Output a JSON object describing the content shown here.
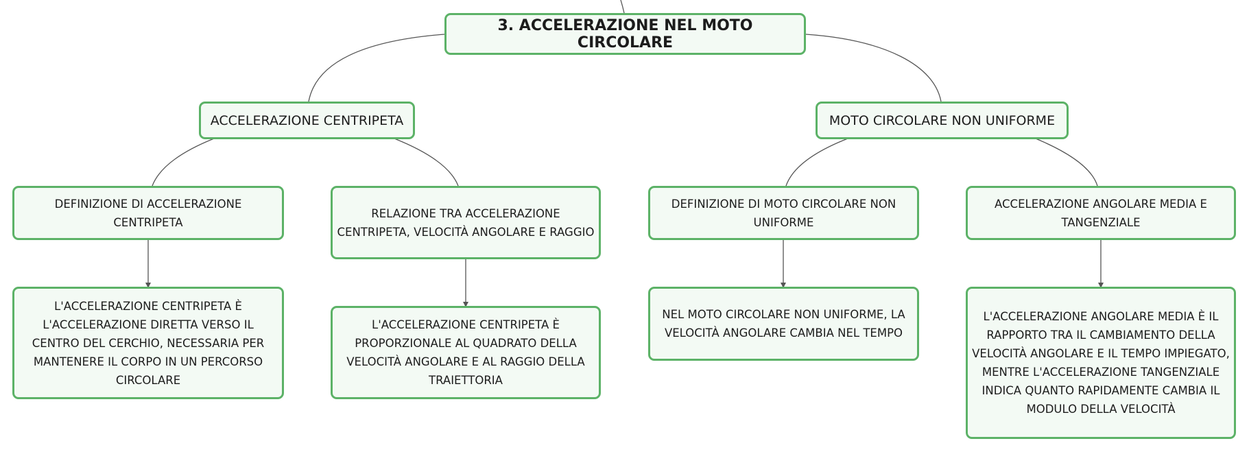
{
  "root": {
    "label": "3. ACCELERAZIONE NEL MOTO CIRCOLARE"
  },
  "branches": [
    {
      "label": "ACCELERAZIONE CENTRIPETA",
      "children": [
        {
          "label": "DEFINIZIONE DI ACCELERAZIONE CENTRIPETA",
          "detail": "L'ACCELERAZIONE CENTRIPETA È L'ACCELERAZIONE DIRETTA VERSO IL CENTRO DEL CERCHIO, NECESSARIA PER MANTENERE IL CORPO IN UN PERCORSO CIRCOLARE"
        },
        {
          "label": "RELAZIONE TRA ACCELERAZIONE CENTRIPETA, VELOCITÀ ANGOLARE E RAGGIO",
          "detail": "L'ACCELERAZIONE CENTRIPETA È PROPORZIONALE AL QUADRATO DELLA VELOCITÀ ANGOLARE E AL RAGGIO DELLA TRAIETTORIA"
        }
      ]
    },
    {
      "label": "MOTO CIRCOLARE NON UNIFORME",
      "children": [
        {
          "label": "DEFINIZIONE DI MOTO CIRCOLARE NON UNIFORME",
          "detail": "NEL MOTO CIRCOLARE NON UNIFORME, LA VELOCITÀ ANGOLARE CAMBIA NEL TEMPO"
        },
        {
          "label": "ACCELERAZIONE ANGOLARE MEDIA E TANGENZIALE",
          "detail": "L'ACCELERAZIONE ANGOLARE MEDIA È IL RAPPORTO TRA IL CAMBIAMENTO DELLA VELOCITÀ ANGOLARE E IL TEMPO IMPIEGATO, MENTRE L'ACCELERAZIONE TANGENZIALE INDICA QUANTO RAPIDAMENTE CAMBIA IL MODULO DELLA VELOCITÀ"
        }
      ]
    }
  ],
  "colors": {
    "node_border": "#5cb267",
    "node_fill": "#f3faf4",
    "connector": "#555555"
  }
}
